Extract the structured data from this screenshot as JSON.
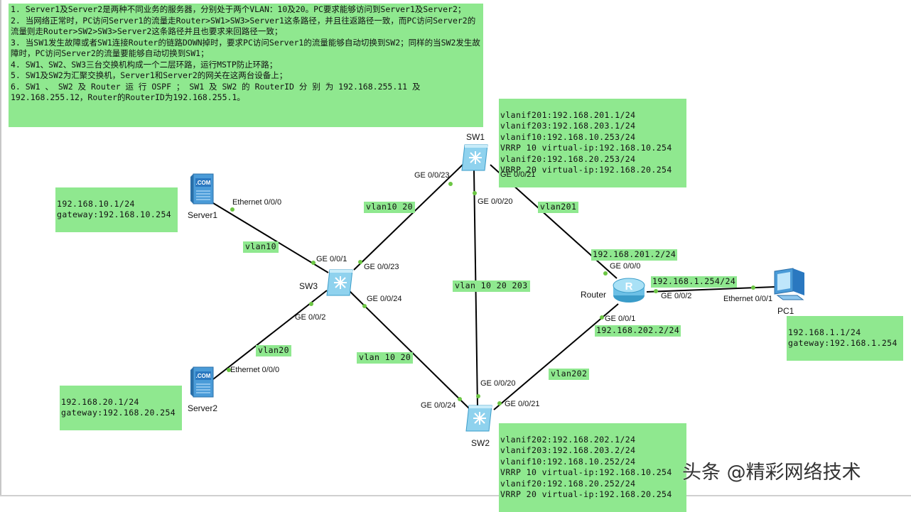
{
  "requirements": [
    "1. Server1及Server2是两种不同业务的服务器，分别处于两个VLAN：10及20。PC要求能够访问到Server1及Server2；",
    "2. 当网络正常时，PC访问Server1的流量走Router>SW1>SW3>Server1这条路径，并且往返路径一致，而PC访问Server2的流量则走Router>SW2>SW3>Server2这条路径并且也要求来回路径一致；",
    "3. 当SW1发生故障或者SW1连接Router的链路DOWN掉时，要求PC访问Server1的流量能够自动切换到SW2；同样的当SW2发生故障时，PC访问Server2的流量要能够自动切换到SW1；",
    "4. SW1、SW2、SW3三台交换机构成一个二层环路，运行MSTP防止环路；",
    "5. SW1及SW2为汇聚交换机，Server1和Server2的网关在这两台设备上；",
    "6. SW1 、 SW2 及 Router 运 行 OSPF ； SW1 及 SW2 的 RouterID 分 别 为 192.168.255.11 及 192.168.255.12，Router的RouterID为192.168.255.1。"
  ],
  "devices": {
    "sw1": "SW1",
    "sw2": "SW2",
    "sw3": "SW3",
    "router": "Router",
    "server1": "Server1",
    "server2": "Server2",
    "pc1": "PC1",
    "server_screen_text": ".COM",
    "router_letter": "R"
  },
  "ports": {
    "sw1_ge0_0_23": "GE 0/0/23",
    "sw1_ge0_0_21": "GE 0/0/21",
    "sw1_ge0_0_20": "GE 0/0/20",
    "sw3_ge0_0_1": "GE 0/0/1",
    "sw3_ge0_0_23": "GE 0/0/23",
    "sw3_ge0_0_24": "GE 0/0/24",
    "sw3_ge0_0_2": "GE 0/0/2",
    "sw2_ge0_0_20": "GE 0/0/20",
    "sw2_ge0_0_24": "GE 0/0/24",
    "sw2_ge0_0_21": "GE 0/0/21",
    "router_ge0_0_0": "GE 0/0/0",
    "router_ge0_0_2": "GE 0/0/2",
    "router_ge0_0_1": "GE 0/0/1",
    "server1_eth": "Ethernet 0/0/0",
    "server2_eth": "Ethernet 0/0/0",
    "pc1_eth": "Ethernet 0/0/1"
  },
  "link_labels": {
    "sw3_sw1": "vlan10 20",
    "sw1_router": "vlan201",
    "server1_sw3": "vlan10",
    "sw1_sw2": "vlan 10 20 203",
    "server2_sw3": "vlan20",
    "sw3_sw2": "vlan 10 20",
    "router_sw2": "vlan202"
  },
  "notes": {
    "sw1_config": [
      "vlanif201:192.168.201.1/24",
      "vlanif203:192.168.203.1/24",
      "vlanif10:192.168.10.253/24",
      "VRRP 10 virtual-ip:192.168.10.254",
      "vlanif20:192.168.20.253/24",
      "VRRP 20 virtual-ip:192.168.20.254"
    ],
    "sw2_config": [
      "vlanif202:192.168.202.1/24",
      "vlanif203:192.168.203.2/24",
      "vlanif10:192.168.10.252/24",
      "VRRP 10 virtual-ip:192.168.10.254",
      "vlanif20:192.168.20.252/24",
      "VRRP 20 virtual-ip:192.168.20.254"
    ],
    "server1_ip": [
      "192.168.10.1/24",
      "gateway:192.168.10.254"
    ],
    "server2_ip": [
      "192.168.20.1/24",
      "gateway:192.168.20.254"
    ],
    "pc1_ip": [
      "192.168.1.1/24",
      "gateway:192.168.1.254"
    ],
    "router_ge0": "192.168.201.2/24",
    "router_ge1": "192.168.202.2/24",
    "router_ge2": "192.168.1.254/24"
  },
  "watermark": "头条 @精彩网络技术",
  "colors": {
    "note_bg": "#8fe88f",
    "link": "#000000",
    "port_dot": "#6cc644",
    "switch_blue": "#8fd2ee"
  }
}
